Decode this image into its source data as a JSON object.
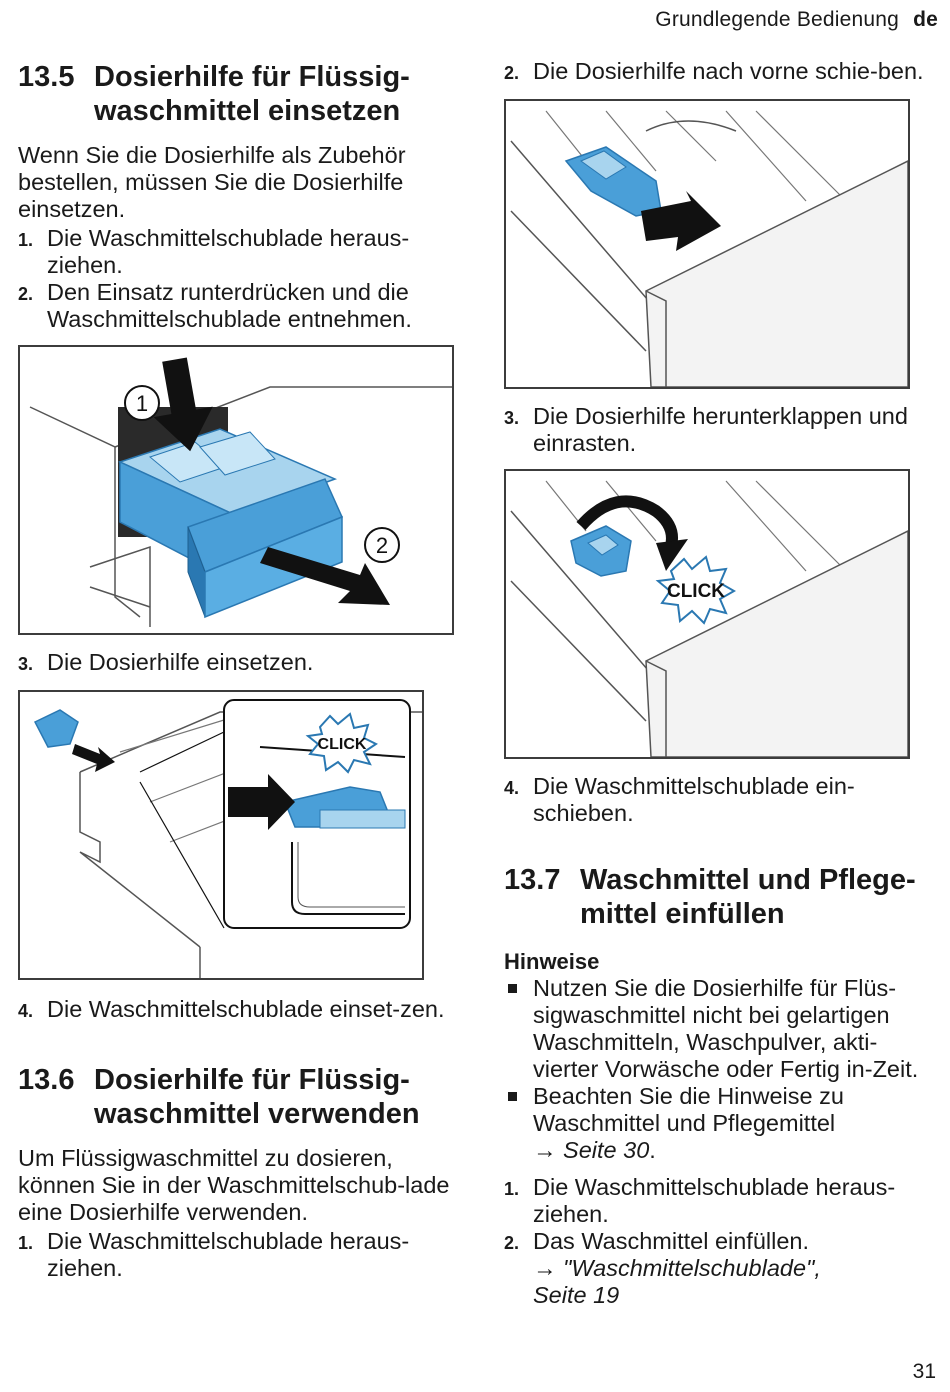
{
  "header": {
    "section": "Grundlegende Bedienung",
    "lang": "de"
  },
  "s135": {
    "num": "13.5",
    "title": "Dosierhilfe für Flüssig-waschmittel einsetzen",
    "intro": "Wenn Sie die Dosierhilfe als Zubehör bestellen, müssen Sie die Dosierhilfe einsetzen.",
    "steps": [
      {
        "n": "1.",
        "t": "Die Waschmittelschublade heraus-ziehen."
      },
      {
        "n": "2.",
        "t": "Den Einsatz runterdrücken und die Waschmittelschublade entnehmen."
      },
      {
        "n": "3.",
        "t": "Die Dosierhilfe einsetzen."
      },
      {
        "n": "4.",
        "t": "Die Waschmittelschublade einset-zen."
      }
    ],
    "fig1_label1": "1",
    "fig1_label2": "2",
    "fig2_click": "CLICK"
  },
  "s136": {
    "num": "13.6",
    "title": "Dosierhilfe für Flüssig-waschmittel verwenden",
    "intro": "Um Flüssigwaschmittel zu dosieren, können Sie in der Waschmittelschub-lade eine Dosierhilfe verwenden.",
    "steps": [
      {
        "n": "1.",
        "t": "Die Waschmittelschublade heraus-ziehen."
      },
      {
        "n": "2.",
        "t": "Die Dosierhilfe nach vorne schie-ben."
      },
      {
        "n": "3.",
        "t": "Die Dosierhilfe herunterklappen und einrasten."
      },
      {
        "n": "4.",
        "t": "Die Waschmittelschublade ein-schieben."
      }
    ],
    "fig4_click": "CLICK"
  },
  "s137": {
    "num": "13.7",
    "title": "Waschmittel und Pflege-mittel einfüllen",
    "notes_heading": "Hinweise",
    "bullets": [
      {
        "t": "Nutzen Sie die Dosierhilfe für Flüs-sigwaschmittel nicht bei gelartigen Waschmitteln, Waschpulver, akti-vierter Vorwäsche oder Fertig in-Zeit."
      },
      {
        "t": "Beachten Sie die Hinweise zu Waschmittel und Pflegemittel",
        "ref": "→ Seite 30",
        "after": "."
      }
    ],
    "steps": [
      {
        "n": "1.",
        "t": "Die Waschmittelschublade heraus-ziehen."
      },
      {
        "n": "2.",
        "t": "Das Waschmittel einfüllen.",
        "ref1": "→ \"Waschmittelschublade\",",
        "ref2": "Seite 19"
      }
    ]
  },
  "page_number": "31",
  "colors": {
    "blue": "#4a9fd8",
    "blue_light": "#a8d4ee",
    "blue_dark": "#2a78b2",
    "border": "#3c3c3c"
  }
}
